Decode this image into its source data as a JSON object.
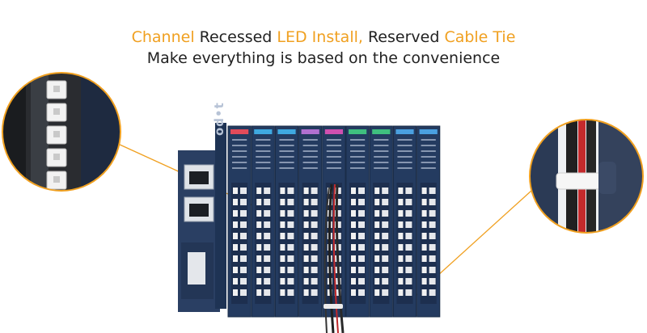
{
  "headline": {
    "part1": "Channel",
    "part2": " Recessed ",
    "part3": "LED Install,",
    "part4": " Reserved ",
    "part5": "Cable Tie"
  },
  "subline": "Make everything is based on the convenience",
  "product": {
    "logo": "od•t",
    "module_count": 9,
    "module_label_colors": [
      "#e24b5a",
      "#3fa9e0",
      "#3fa9e0",
      "#b070d0",
      "#d050b0",
      "#3fbf7f",
      "#3fbf7f",
      "#4aa0e0",
      "#4aa0e0"
    ]
  },
  "colors": {
    "accent": "#f0a020",
    "text": "#222222",
    "device_body": "#233a5e",
    "callout_line": "#f0a020"
  }
}
